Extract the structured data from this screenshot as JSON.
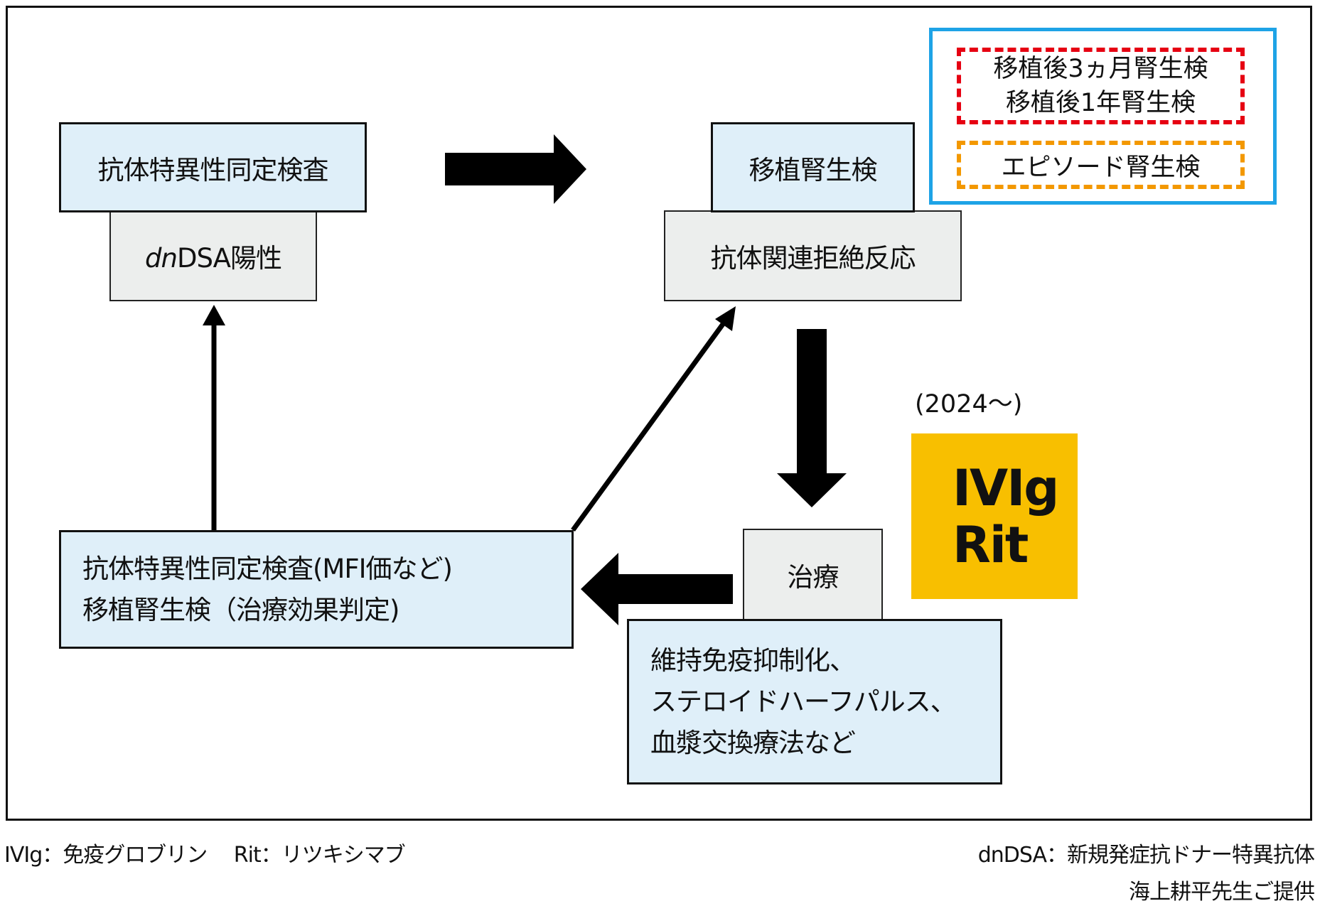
{
  "diagram": {
    "top_left": {
      "test_box": "抗体特異性同定検査",
      "result_box_italic": "dn",
      "result_box_rest": "DSA陽性"
    },
    "top_right": {
      "biopsy_box": "移植腎生検",
      "rejection_box": "抗体関連拒絶反応"
    },
    "legend": {
      "protocol_lines": [
        "移植後3ヵ月腎生検",
        "移植後1年腎生検"
      ],
      "episode": "エピソード腎生検",
      "colors": {
        "frame": "#1ea3e6",
        "protocol": "#e60012",
        "episode": "#f39800"
      }
    },
    "new_therapy": {
      "since": "(2024〜)",
      "drugs": [
        "IVIg",
        "Rit"
      ],
      "color": "#f8bf00"
    },
    "treatment": {
      "label": "治療",
      "details": [
        "維持免疫抑制化、",
        "ステロイドハーフパルス、",
        "血漿交換療法など"
      ]
    },
    "monitoring": {
      "lines": [
        "抗体特異性同定検査(MFI価など)",
        "移植腎生検（治療効果判定)"
      ]
    }
  },
  "footer": {
    "abbrev_left": "IVIg：免疫グロブリン　 Rit：リツキシマブ",
    "abbrev_right": "dnDSA：新規発症抗ドナー特異抗体",
    "credit": "海上耕平先生ご提供"
  }
}
